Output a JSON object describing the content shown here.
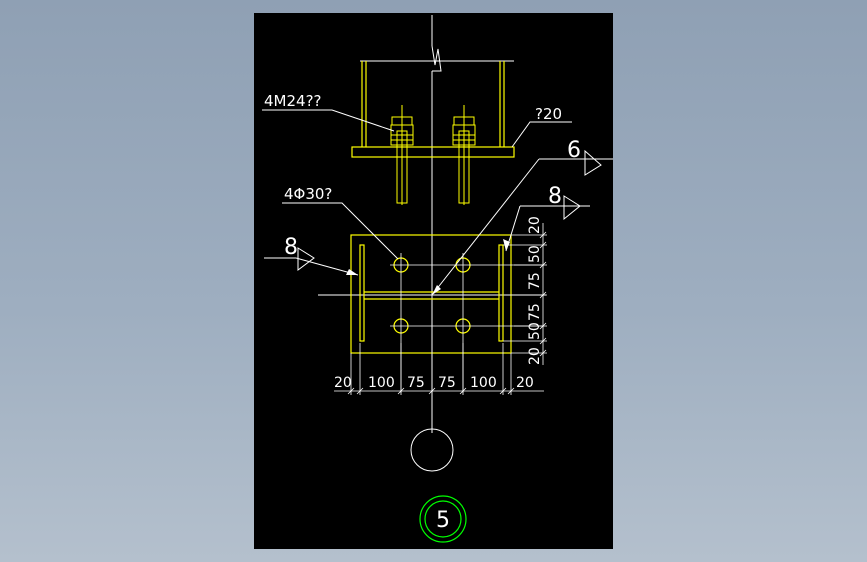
{
  "colors": {
    "background": "#000000",
    "steel": "#ffff00",
    "centerline": "#ffffff",
    "dimension": "#ffffff",
    "callout_circle": "#00ff00"
  },
  "labels": {
    "bolts": "4M24??",
    "plate": "?20",
    "holes": "4Φ30?",
    "weld_top": "6",
    "weld_right": "8",
    "weld_left": "8"
  },
  "dims_horizontal": [
    "20",
    "100",
    "75",
    "75",
    "100",
    "20"
  ],
  "dims_vertical": [
    "20",
    "50",
    "75",
    "75",
    "50",
    "20"
  ],
  "detail_number": "5"
}
